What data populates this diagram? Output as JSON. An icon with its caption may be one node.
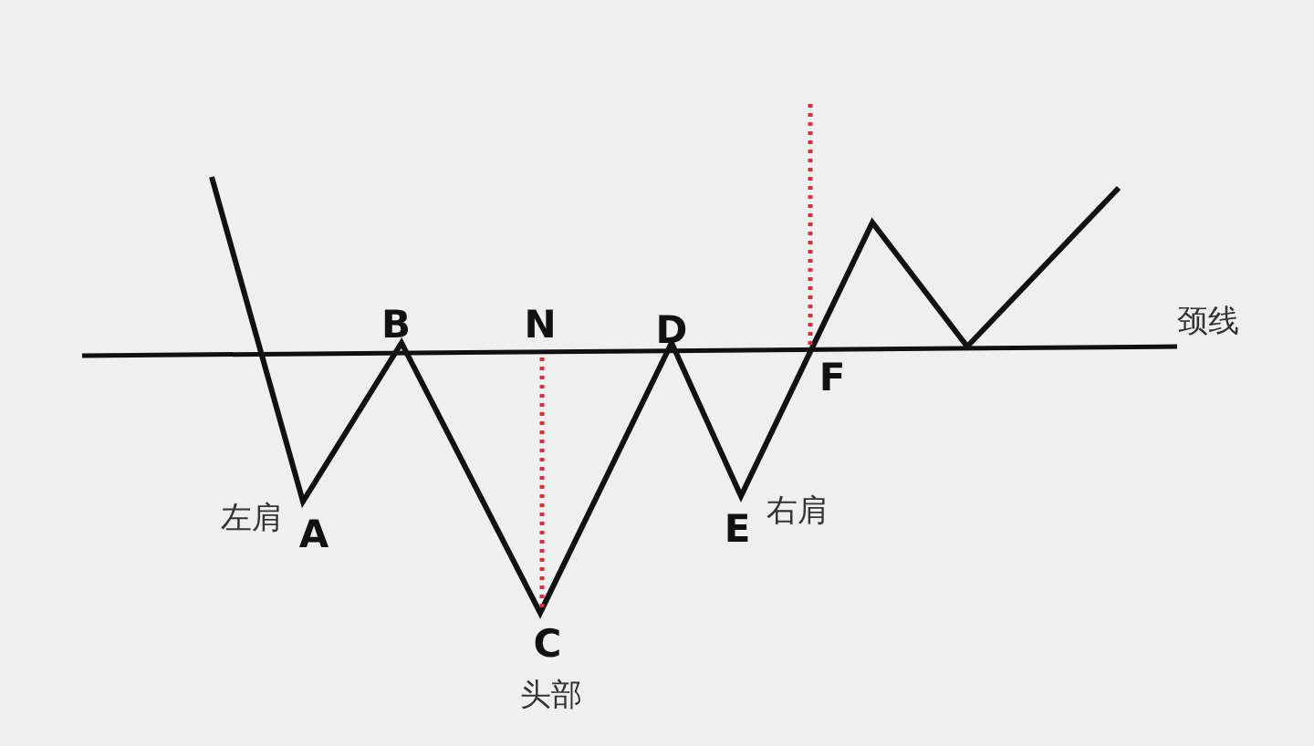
{
  "diagram": {
    "labels": [
      "B",
      "N",
      "D",
      "颈线",
      "F",
      "左肩",
      "A",
      "E",
      "右肩",
      "C",
      "头部"
    ]
  }
}
